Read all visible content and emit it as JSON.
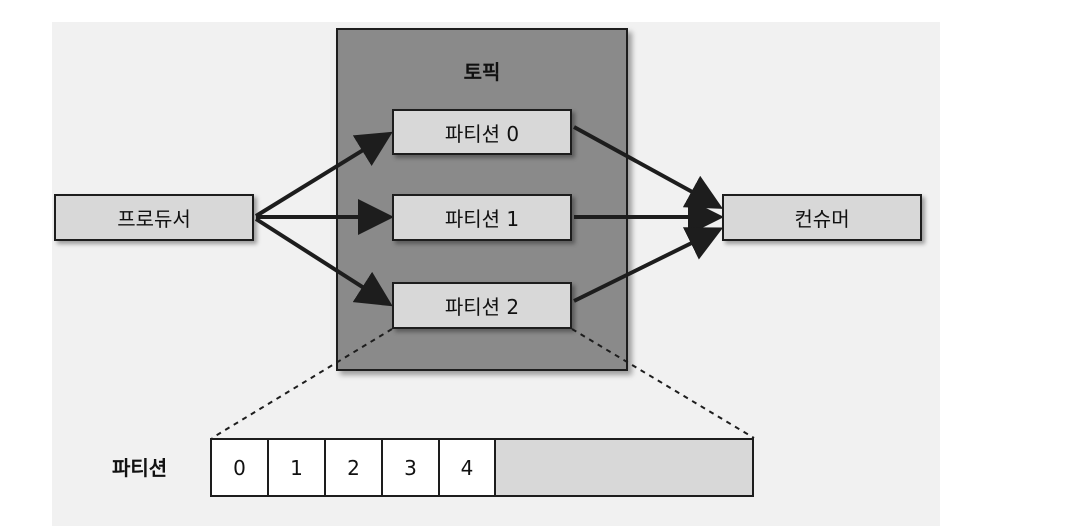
{
  "topic": {
    "title": "토픽"
  },
  "producer": {
    "label": "프로듀서"
  },
  "consumer": {
    "label": "컨슈머"
  },
  "partitions": [
    "파티션 0",
    "파티션 1",
    "파티션 2"
  ],
  "partition_detail": {
    "label": "파티션",
    "offsets": [
      "0",
      "1",
      "2",
      "3",
      "4"
    ]
  },
  "colors": {
    "panel": "#f1f1f1",
    "topic_fill": "#8a8a8a",
    "box_fill": "#d8d8d8",
    "stroke": "#1d1d1d"
  }
}
